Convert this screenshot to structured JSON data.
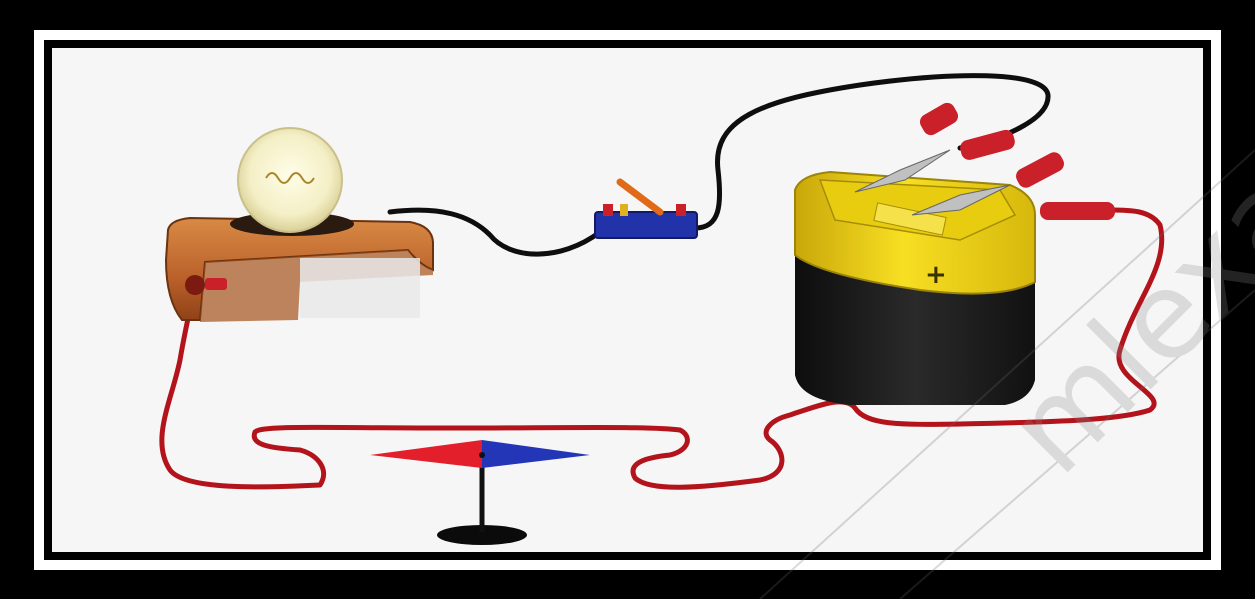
{
  "diagram": {
    "components": {
      "lamp": "bulb-on-wooden-holder",
      "switch": "knife-switch",
      "battery": "dry-cell-battery",
      "compass": "magnetic-needle-on-stand"
    },
    "battery_terminal_mark": "+",
    "watermark": "mlexa",
    "colors": {
      "frame_outer": "#000000",
      "frame_inner": "#ffffff",
      "wire_black": "#0e0e0e",
      "wire_red": "#b3141c",
      "battery_yellow": "#f3d616",
      "battery_black": "#1b1b1b",
      "clip_red": "#c9202a",
      "needle_red": "#e21f2b",
      "needle_blue": "#2436b8",
      "lamp_wood": "#c46a2a"
    }
  }
}
